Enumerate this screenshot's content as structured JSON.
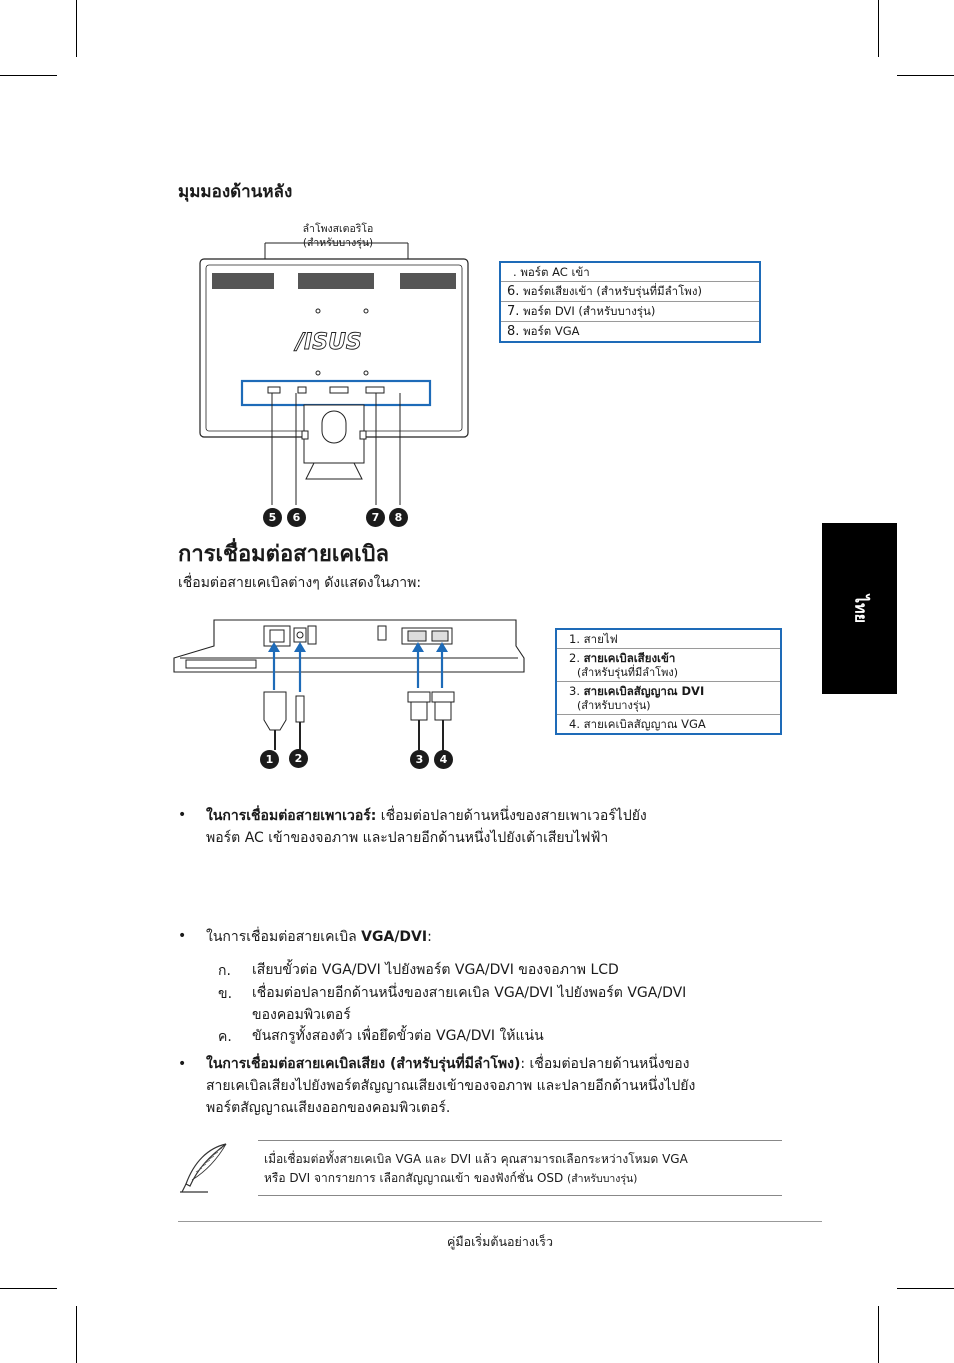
{
  "section_rear": {
    "title": "มุมมองด้านหลัง",
    "speaker_callout_line1": "ลำโพงสเตอริโอ",
    "speaker_callout_line2": "(สำหรับบางรุ่น)",
    "rear_legend": [
      {
        "num": ".",
        "label": "พอร์ต AC เข้า"
      },
      {
        "num": "6.",
        "label": "พอร์ตเสียงเข้า (สำหรับรุ่นที่มีลำโพง)"
      },
      {
        "num": "7.",
        "label": "พอร์ต DVI (สำหรับบางรุ่น)"
      },
      {
        "num": "8.",
        "label": "พอร์ต VGA"
      }
    ],
    "badges": [
      "5",
      "6",
      "7",
      "8"
    ],
    "brand_logo": "/ISUS"
  },
  "section_cables": {
    "title": "การเชื่อมต่อสายเคเบิล",
    "intro": "เชื่อมต่อสายเคเบิลต่างๆ ดังแสดงในภาพ:",
    "cable_legend": [
      {
        "num": "1.",
        "label": "สายไฟ",
        "sub": ""
      },
      {
        "num": "2.",
        "label": "สายเคเบิลเสียงเข้า",
        "sub": "(สำหรับรุ่นที่มีลำโพง)"
      },
      {
        "num": "3.",
        "label": "สายเคเบิลสัญญาณ DVI",
        "sub": "(สำหรับบางรุ่น)"
      },
      {
        "num": "4.",
        "label": "สายเคเบิลสัญญาณ VGA",
        "sub": ""
      }
    ],
    "badges": [
      "1",
      "2",
      "3",
      "4"
    ]
  },
  "instructions": {
    "power_bold": "ในการเชื่อมต่อสายเพาเวอร์:",
    "power_line1": " เชื่อมต่อปลายด้านหนึ่งของสายเพาเวอร์ไปยัง",
    "power_line2": "พอร์ต AC เข้าของจอภาพ และปลายอีกด้านหนึ่งไปยังเต้าเสียบไฟฟ้า",
    "vga_prefix": "ในการเชื่อมต่อสายเคเบิล ",
    "vga_bold": "VGA/DVI",
    "vga_suffix": ":",
    "steps": [
      {
        "num": "ก.",
        "line1": "เสียบขั้วต่อ VGA/DVI ไปยังพอร์ต VGA/DVI ของจอภาพ LCD",
        "line2": ""
      },
      {
        "num": "ข.",
        "line1": "เชื่อมต่อปลายอีกด้านหนึ่งของสายเคเบิล VGA/DVI ไปยังพอร์ต VGA/DVI",
        "line2": "ของคอมพิวเตอร์"
      },
      {
        "num": "ค.",
        "line1": "ขันสกรูทั้งสองตัว เพื่อยึดขั้วต่อ VGA/DVI ให้แน่น",
        "line2": ""
      }
    ],
    "audio_bold": "ในการเชื่อมต่อสายเคเบิลเสียง (สำหรับรุ่นที่มีลำโพง)",
    "audio_line1": ": เชื่อมต่อปลายด้านหนึ่งของ",
    "audio_line2": "สายเคเบิลเสียงไปยังพอร์ตสัญญาณเสียงเข้าของจอภาพ และปลายอีกด้านหนึ่งไปยัง",
    "audio_line3": "พอร์ตสัญญาณเสียงออกของคอมพิวเตอร์."
  },
  "note": {
    "line1": "เมื่อเชื่อมต่อทั้งสายเคเบิล VGA และ DVI แล้ว คุณสามารถเลือกระหว่างโหมด VGA",
    "line2_main": "หรือ DVI จากรายการ เลือกสัญญาณเข้า ของฟังก์ชั่น OSD ",
    "line2_small": "(สำหรับบางรุ่น)"
  },
  "side_tab": "ไทย",
  "footer": "คู่มือเริ่มต้นอย่างเร็ว",
  "colors": {
    "accent_blue": "#1e6bb8",
    "tab_black": "#000000"
  }
}
